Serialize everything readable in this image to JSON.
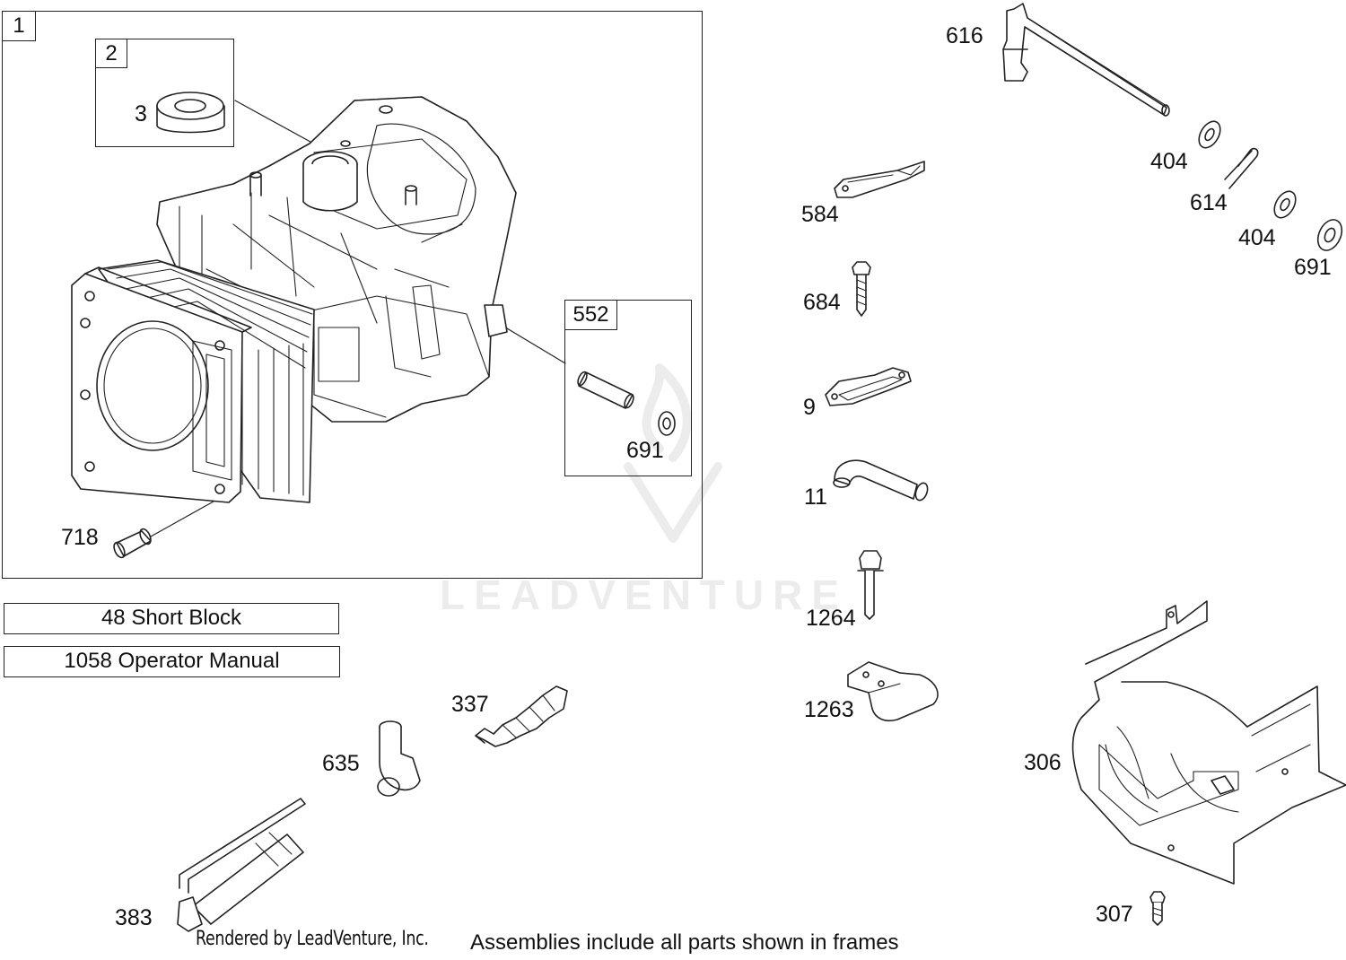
{
  "frames": [
    {
      "tag": "1"
    },
    {
      "tag": "2",
      "callout": "3"
    },
    {
      "tag": "552",
      "callout": "691"
    }
  ],
  "callouts": {
    "c718": "718",
    "c616": "616",
    "c404a": "404",
    "c614": "614",
    "c404b": "404",
    "c691": "691",
    "c584": "584",
    "c684": "684",
    "c9": "9",
    "c11": "11",
    "c1264": "1264",
    "c1263": "1263",
    "c337": "337",
    "c635": "635",
    "c383": "383",
    "c306": "306",
    "c307": "307"
  },
  "kits": [
    {
      "label": "48  Short Block"
    },
    {
      "label": "1058 Operator Manual"
    }
  ],
  "footer": {
    "rendered_by": "Rendered by LeadVenture, Inc.",
    "note": "Assemblies include all parts shown in frames"
  },
  "watermark": "LEADVENTURE",
  "colors": {
    "line": "#222222",
    "shade": "#d8d8d8",
    "background": "#ffffff"
  }
}
